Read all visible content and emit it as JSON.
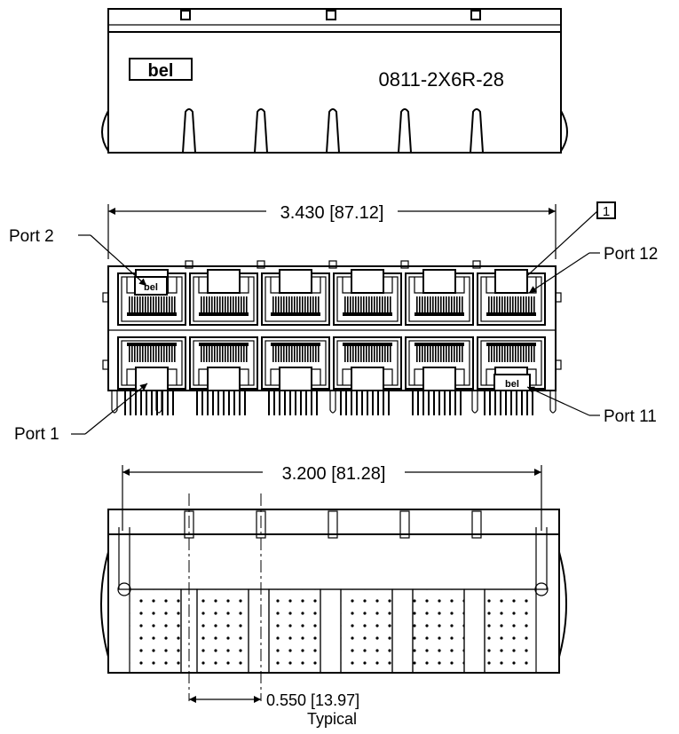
{
  "top_view": {
    "brand": "bel",
    "part_number": "0811-2X6R-28"
  },
  "front_view": {
    "width_dimension": "3.430 [87.12]",
    "note_marker": "1",
    "port_labels": {
      "port2": "Port 2",
      "port12": "Port 12",
      "port1": "Port 1",
      "port11": "Port 11"
    },
    "tab_brand": "bel"
  },
  "bottom_view": {
    "width_dimension": "3.200 [81.28]",
    "pitch_dimension": "0.550 [13.97]",
    "pitch_note": "Typical"
  }
}
